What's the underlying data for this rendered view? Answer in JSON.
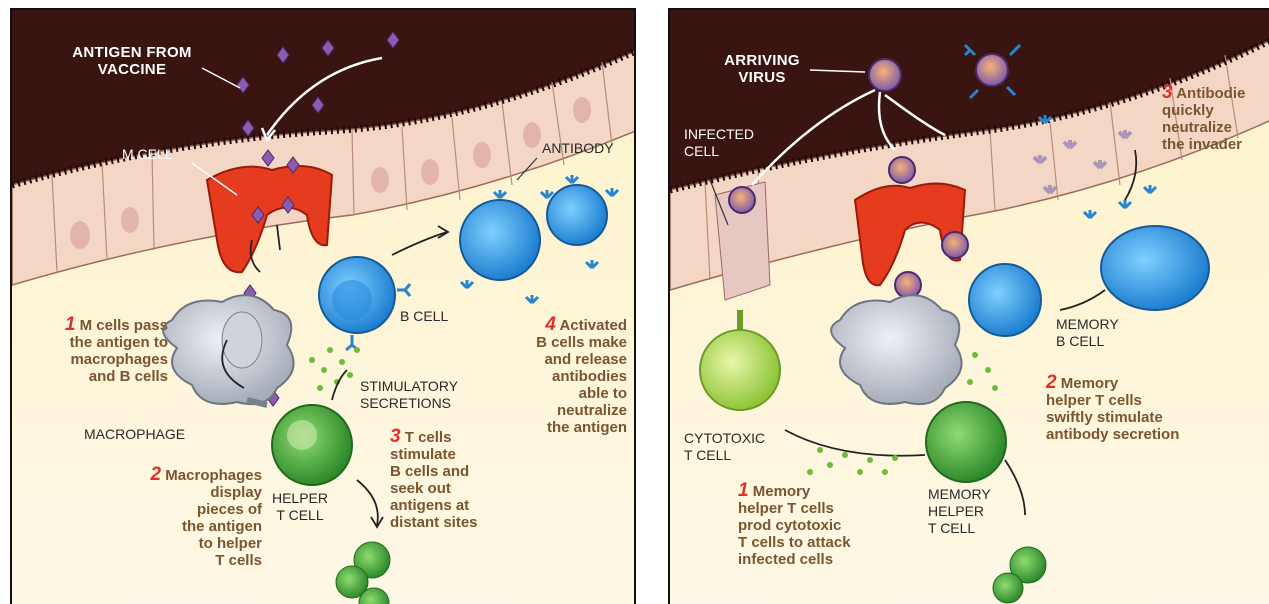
{
  "left_panel": {
    "antigen_label": [
      "ANTIGEN FROM",
      "VACCINE"
    ],
    "m_cell": "M CELL",
    "antibody": "ANTIBODY",
    "b_cell": "B CELL",
    "macrophage": "MACROPHAGE",
    "helper_t": [
      "HELPER",
      "T CELL"
    ],
    "secretions": [
      "STIMULATORY",
      "SECRETIONS"
    ],
    "steps": [
      {
        "num": "1",
        "lines": [
          "M cells pass",
          "the antigen to",
          "macrophages",
          "and B cells"
        ]
      },
      {
        "num": "2",
        "lines": [
          "Macrophages",
          "display",
          "pieces of",
          "the antigen",
          "to helper",
          "T cells"
        ]
      },
      {
        "num": "3",
        "lines": [
          "T cells",
          "stimulate",
          "B cells and",
          "seek out",
          "antigens at",
          "distant sites"
        ]
      },
      {
        "num": "4",
        "lines": [
          "Activated",
          "B cells make",
          "and release",
          "antibodies",
          "able to",
          "neutralize",
          "the antigen"
        ]
      }
    ]
  },
  "right_panel": {
    "virus_label": [
      "ARRIVING",
      "VIRUS"
    ],
    "infected": [
      "INFECTED",
      "CELL"
    ],
    "memory_b": [
      "MEMORY",
      "B CELL"
    ],
    "cytotoxic": [
      "CYTOTOXIC",
      "T CELL"
    ],
    "memory_helper": [
      "MEMORY",
      "HELPER",
      "T CELL"
    ],
    "steps": [
      {
        "num": "1",
        "lines": [
          "Memory",
          "helper T cells",
          "prod cytotoxic",
          "T cells to attack",
          "infected cells"
        ]
      },
      {
        "num": "2",
        "lines": [
          "Memory",
          "helper T cells",
          "swiftly stimulate",
          "antibody secretion"
        ]
      },
      {
        "num": "3",
        "lines": [
          "Antibodie",
          "quickly",
          "neutralize",
          "the invader"
        ]
      }
    ]
  }
}
